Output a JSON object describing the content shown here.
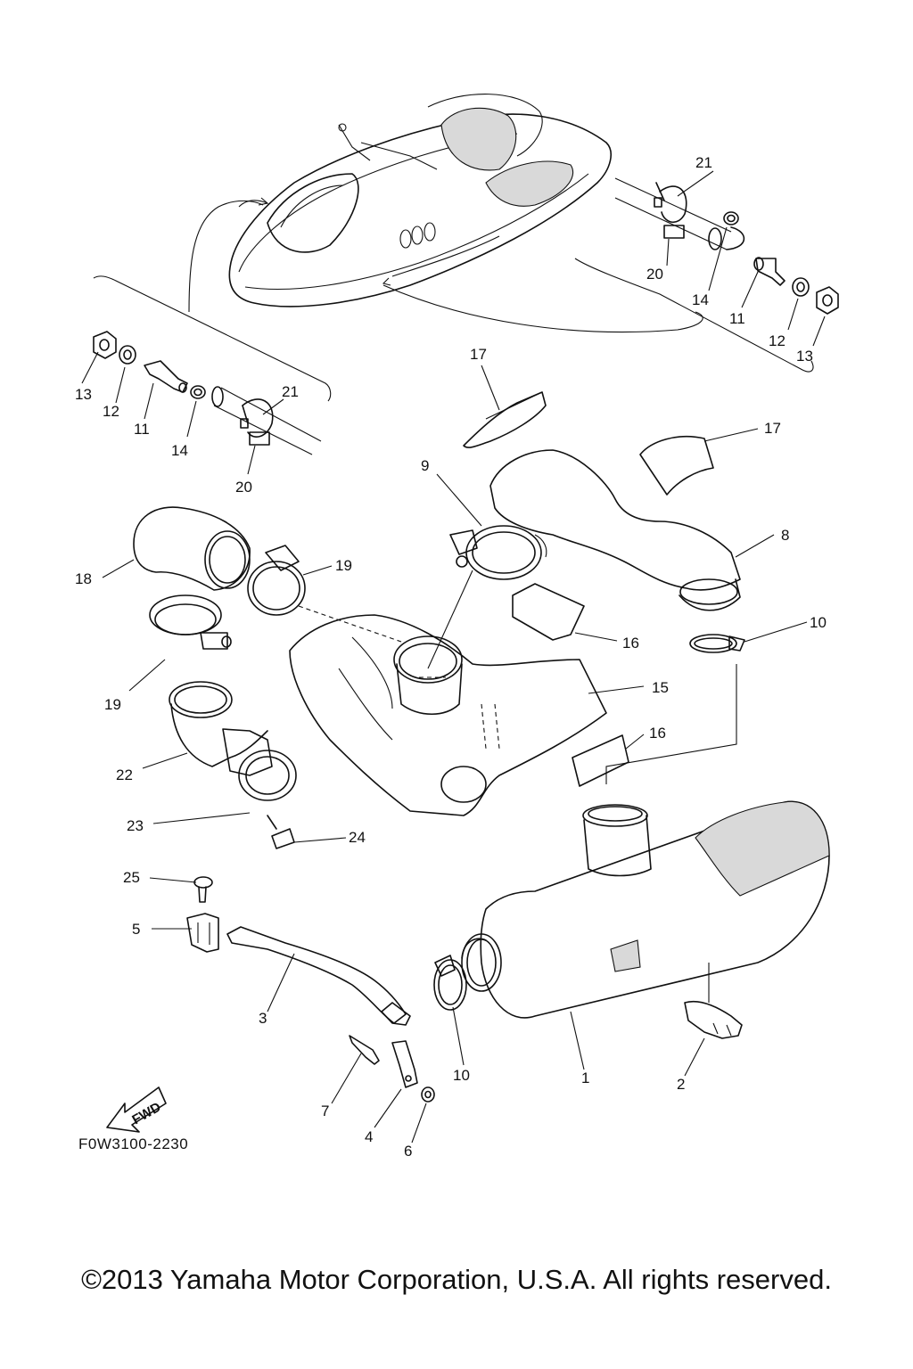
{
  "diagram": {
    "callouts": {
      "c1": "1",
      "c2": "2",
      "c3": "3",
      "c4": "4",
      "c5": "5",
      "c6": "6",
      "c7": "7",
      "c8": "8",
      "c9": "9",
      "c10a": "10",
      "c10b": "10",
      "c11a": "11",
      "c11b": "11",
      "c12a": "12",
      "c12b": "12",
      "c13a": "13",
      "c13b": "13",
      "c14a": "14",
      "c14b": "14",
      "c15": "15",
      "c16a": "16",
      "c16b": "16",
      "c17a": "17",
      "c17b": "17",
      "c18": "18",
      "c19a": "19",
      "c19b": "19",
      "c20a": "20",
      "c20b": "20",
      "c21a": "21",
      "c21b": "21",
      "c22": "22",
      "c23": "23",
      "c24": "24",
      "c25": "25"
    },
    "fwd_label": "FWD",
    "diagram_code": "F0W3100-2230"
  },
  "footer": {
    "copyright": "©2013 Yamaha Motor Corporation, U.S.A. All rights reserved."
  }
}
